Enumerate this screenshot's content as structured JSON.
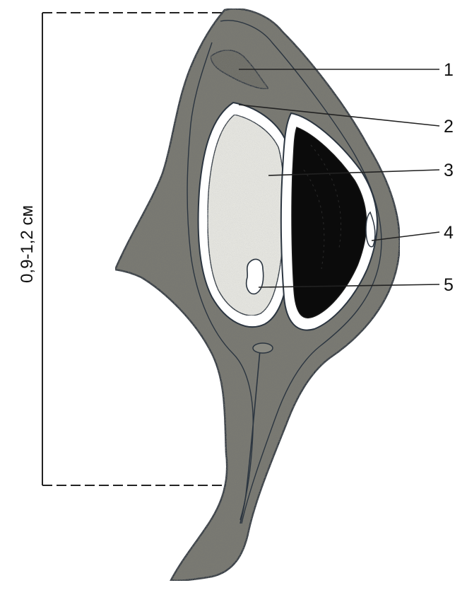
{
  "dimension": {
    "label": "0,9-1,2 см"
  },
  "callouts": [
    {
      "label": "1"
    },
    {
      "label": "2"
    },
    {
      "label": "3"
    },
    {
      "label": "4"
    },
    {
      "label": "5"
    }
  ],
  "colors": {
    "outline": "#2b3540",
    "tissue": "#7a7a72",
    "tissue_dark": "#3e3e3a",
    "membrane": "#ffffff",
    "chamber_light": "#e4e4df",
    "chamber_dark": "#0b0b0b",
    "leader_line": "#222222"
  }
}
